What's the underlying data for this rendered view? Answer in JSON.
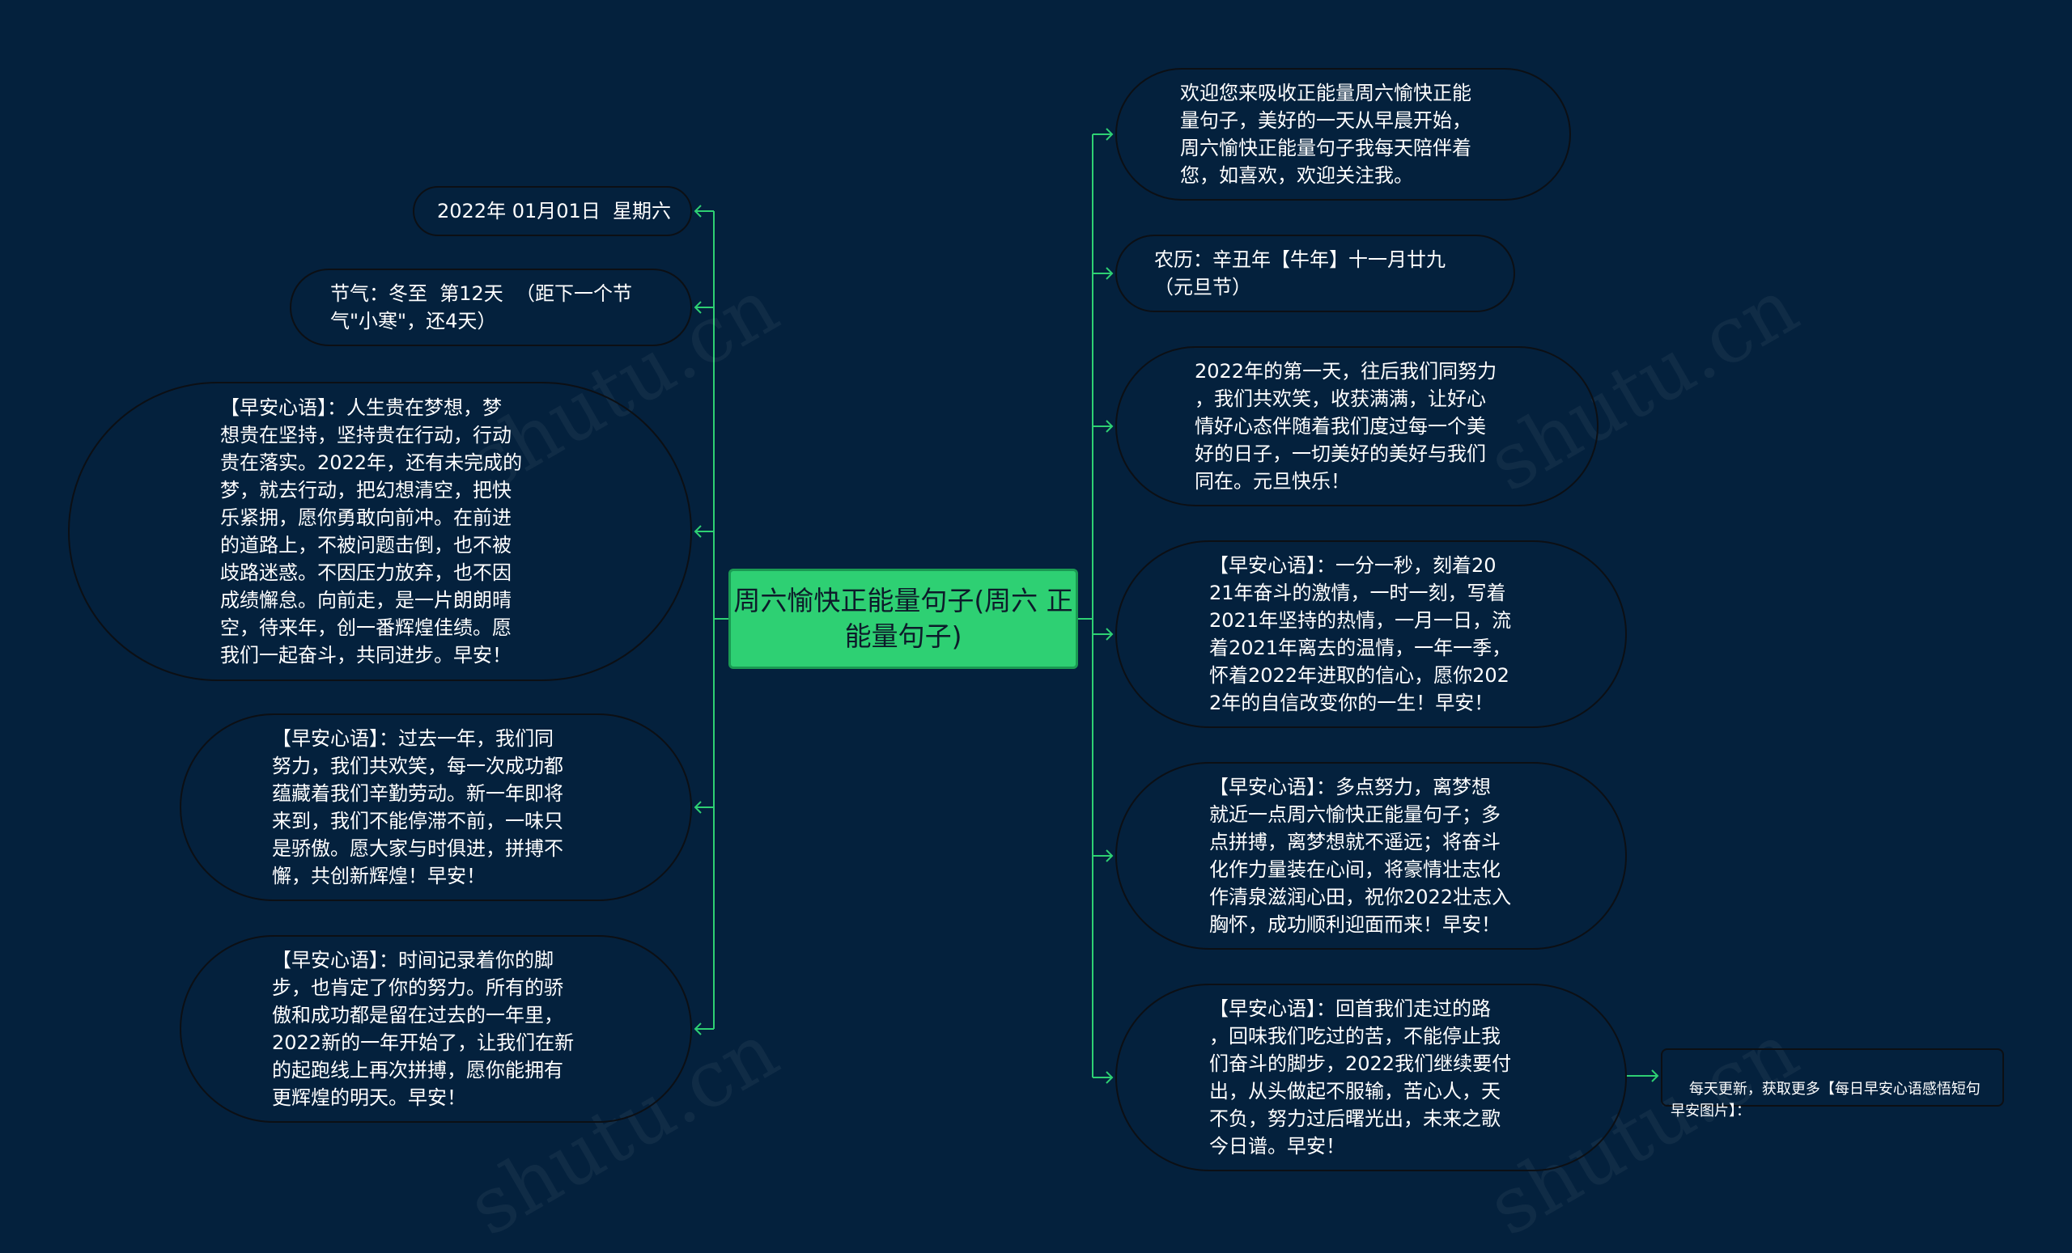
{
  "center": {
    "title": "周六愉快正能量句子(周六\n正能量句子)"
  },
  "left_nodes": [
    {
      "text": "2022年 01月01日  星期六"
    },
    {
      "text": "节气：冬至  第12天  （距下一个节\n气\"小寒\"，还4天）"
    },
    {
      "text": "【早安心语】：人生贵在梦想，梦\n想贵在坚持，坚持贵在行动，行动\n贵在落实。2022年，还有未完成的\n梦，就去行动，把幻想清空，把快\n乐紧拥，愿你勇敢向前冲。在前进\n的道路上，不被问题击倒，也不被\n歧路迷惑。不因压力放弃，也不因\n成绩懈怠。向前走，是一片朗朗晴\n空，待来年，创一番辉煌佳绩。愿\n我们一起奋斗，共同进步。早安！"
    },
    {
      "text": "【早安心语】：过去一年，我们同\n努力，我们共欢笑，每一次成功都\n蕴藏着我们辛勤劳动。新一年即将\n来到，我们不能停滞不前，一味只\n是骄傲。愿大家与时俱进，拼搏不\n懈，共创新辉煌！早安！"
    },
    {
      "text": "【早安心语】：时间记录着你的脚\n步，也肯定了你的努力。所有的骄\n傲和成功都是留在过去的一年里，\n2022新的一年开始了，让我们在新\n的起跑线上再次拼搏，愿你能拥有\n更辉煌的明天。早安！"
    }
  ],
  "right_nodes": [
    {
      "text": "欢迎您来吸收正能量周六愉快正能\n量句子，美好的一天从早晨开始，\n周六愉快正能量句子我每天陪伴着\n您，如喜欢，欢迎关注我。"
    },
    {
      "text": "农历：辛丑年【牛年】十一月廿九\n（元旦节）"
    },
    {
      "text": "2022年的第一天，往后我们同努力\n，我们共欢笑，收获满满，让好心\n情好心态伴随着我们度过每一个美\n好的日子，一切美好的美好与我们\n同在。元旦快乐！"
    },
    {
      "text": "【早安心语】：一分一秒，刻着20\n21年奋斗的激情，一时一刻，写着\n2021年坚持的热情，一月一日，流\n着2021年离去的温情，一年一季，\n怀着2022年进取的信心，愿你202\n2年的自信改变你的一生！早安！"
    },
    {
      "text": "【早安心语】：多点努力，离梦想\n就近一点周六愉快正能量句子；多\n点拼搏，离梦想就不遥远；将奋斗\n化作力量装在心间，将豪情壮志化\n作清泉滋润心田，祝你2022壮志入\n胸怀，成功顺利迎面而来！早安！"
    },
    {
      "text": "【早安心语】：回首我们走过的路\n，回味我们吃过的苦，不能停止我\n们奋斗的脚步，2022我们继续要付\n出，从头做起不服输，苦心人，天\n不负，努力过后曙光出，未来之歌\n今日谱。早安！"
    }
  ],
  "side_note": {
    "text": "每天更新，获取更多【每日早安心语感悟短句\n早安图片】："
  },
  "colors": {
    "background": "#04213d",
    "connector": "#2ed073",
    "center_fill": "#2ed073"
  }
}
